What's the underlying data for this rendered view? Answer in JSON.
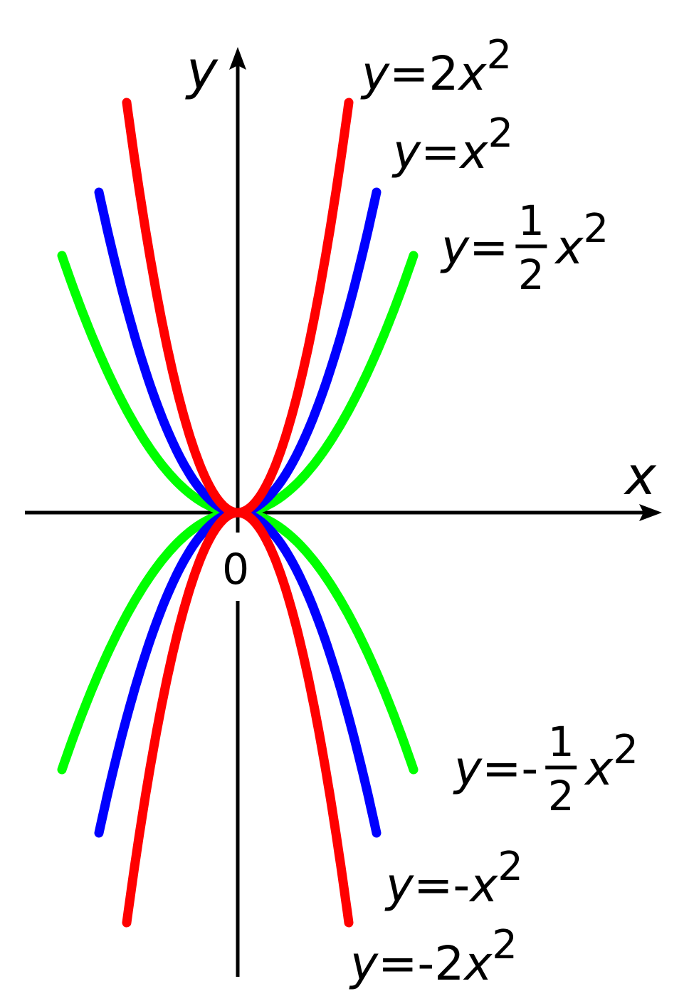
{
  "chart_data": {
    "type": "line",
    "title": "",
    "xlabel": "x",
    "ylabel": "y",
    "origin_label": "0",
    "xlim": [
      -2.38,
      4.6
    ],
    "ylim": [
      -5.4,
      5.4
    ],
    "grid": false,
    "legend": "labels placed at curve ends",
    "series": [
      {
        "name": "y=2x^2",
        "a": 2,
        "color": "#ff0000",
        "x": [
          -1.2,
          -0.9,
          -0.6,
          -0.3,
          0,
          0.3,
          0.6,
          0.9,
          1.2
        ],
        "y": [
          2.88,
          1.62,
          0.72,
          0.18,
          0,
          0.18,
          0.72,
          1.62,
          2.88
        ],
        "label": {
          "lhs": "y",
          "eq": "=",
          "sign": "",
          "coef": "2",
          "var": "x",
          "exp": "2"
        }
      },
      {
        "name": "y=x^2",
        "a": 1,
        "color": "#0000ff",
        "x": [
          -1.5,
          -1.0,
          -0.5,
          0,
          0.5,
          1.0,
          1.5
        ],
        "y": [
          2.25,
          1,
          0.25,
          0,
          0.25,
          1,
          2.25
        ],
        "label": {
          "lhs": "y",
          "eq": "=",
          "sign": "",
          "coef": "",
          "var": "x",
          "exp": "2"
        }
      },
      {
        "name": "y=1/2x^2",
        "a": 0.5,
        "color": "#00ff00",
        "x": [
          -1.9,
          -1.0,
          0,
          1.0,
          1.9
        ],
        "y": [
          1.805,
          0.5,
          0,
          0.5,
          1.805
        ],
        "label": {
          "lhs": "y",
          "eq": "=",
          "sign": "",
          "num": "1",
          "den": "2",
          "var": "x",
          "exp": "2"
        }
      },
      {
        "name": "y=-1/2x^2",
        "a": -0.5,
        "color": "#00ff00",
        "x": [
          -1.9,
          -1.0,
          0,
          1.0,
          1.9
        ],
        "y": [
          -1.805,
          -0.5,
          0,
          -0.5,
          -1.805
        ],
        "label": {
          "lhs": "y",
          "eq": "=",
          "sign": "-",
          "num": "1",
          "den": "2",
          "var": "x",
          "exp": "2"
        }
      },
      {
        "name": "y=-x^2",
        "a": -1,
        "color": "#0000ff",
        "x": [
          -1.5,
          -1.0,
          -0.5,
          0,
          0.5,
          1.0,
          1.5
        ],
        "y": [
          -2.25,
          -1,
          -0.25,
          0,
          -0.25,
          -1,
          -2.25
        ],
        "label": {
          "lhs": "y",
          "eq": "=",
          "sign": "-",
          "coef": "",
          "var": "x",
          "exp": "2"
        }
      },
      {
        "name": "y=-2x^2",
        "a": -2,
        "color": "#ff0000",
        "x": [
          -1.2,
          -0.9,
          -0.6,
          -0.3,
          0,
          0.3,
          0.6,
          0.9,
          1.2
        ],
        "y": [
          -2.88,
          -1.62,
          -0.72,
          -0.18,
          0,
          -0.18,
          -0.72,
          -1.62,
          -2.88
        ],
        "label": {
          "lhs": "y",
          "eq": "=",
          "sign": "-",
          "coef": "2",
          "var": "x",
          "exp": "2"
        }
      }
    ]
  }
}
